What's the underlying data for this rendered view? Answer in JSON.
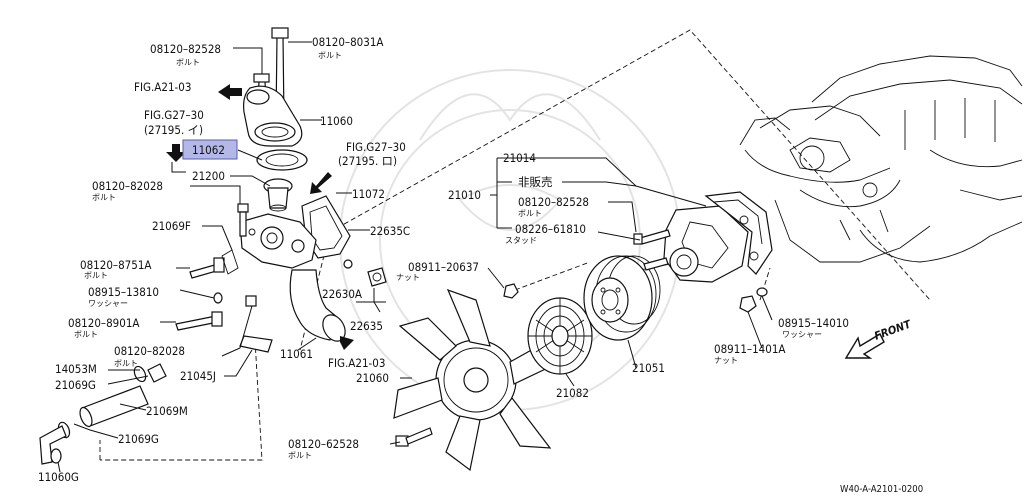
{
  "diagram_code": "W40-A-A2101-0200",
  "front_label": "FRONT",
  "highlight_part": "11062",
  "parts": [
    {
      "id": "p-08120-82528-top",
      "number": "08120–82528",
      "sub": "ボルト"
    },
    {
      "id": "p-08120-8031a",
      "number": "08120–8031A",
      "sub": "ボルト"
    },
    {
      "id": "p-fig-a21-03-top",
      "number": "FIG.A21-03",
      "sub": ""
    },
    {
      "id": "p-11060",
      "number": "11060",
      "sub": ""
    },
    {
      "id": "p-fig-g27-30-a",
      "number": "FIG.G27–30",
      "sub": "(27195. イ)"
    },
    {
      "id": "p-11062",
      "number": "11062",
      "sub": ""
    },
    {
      "id": "p-fig-g27-30-b",
      "number": "FIG.G27–30",
      "sub": "(27195. ロ)"
    },
    {
      "id": "p-21200",
      "number": "21200",
      "sub": ""
    },
    {
      "id": "p-11072",
      "number": "11072",
      "sub": ""
    },
    {
      "id": "p-08120-82028-a",
      "number": "08120–82028",
      "sub": "ボルト"
    },
    {
      "id": "p-21069f",
      "number": "21069F",
      "sub": ""
    },
    {
      "id": "p-22635c",
      "number": "22635C",
      "sub": ""
    },
    {
      "id": "p-08120-8751a",
      "number": "08120–8751A",
      "sub": "ボルト"
    },
    {
      "id": "p-08915-13810",
      "number": "08915–13810",
      "sub": "ワッシャー"
    },
    {
      "id": "p-22630a",
      "number": "22630A",
      "sub": ""
    },
    {
      "id": "p-22635",
      "number": "22635",
      "sub": ""
    },
    {
      "id": "p-08120-8901a",
      "number": "08120–8901A",
      "sub": "ボルト"
    },
    {
      "id": "p-08120-82028-b",
      "number": "08120–82028",
      "sub": "ボルト"
    },
    {
      "id": "p-11061",
      "number": "11061",
      "sub": ""
    },
    {
      "id": "p-fig-a21-03-bottom",
      "number": "FIG.A21-03",
      "sub": ""
    },
    {
      "id": "p-14053m",
      "number": "14053M",
      "sub": ""
    },
    {
      "id": "p-21069g-a",
      "number": "21069G",
      "sub": ""
    },
    {
      "id": "p-21045j",
      "number": "21045J",
      "sub": ""
    },
    {
      "id": "p-21069m",
      "number": "21069M",
      "sub": ""
    },
    {
      "id": "p-21069g-b",
      "number": "21069G",
      "sub": ""
    },
    {
      "id": "p-11060g",
      "number": "11060G",
      "sub": ""
    },
    {
      "id": "p-21060",
      "number": "21060",
      "sub": ""
    },
    {
      "id": "p-08120-62528",
      "number": "08120–62528",
      "sub": "ボルト"
    },
    {
      "id": "p-21014",
      "number": "21014",
      "sub": ""
    },
    {
      "id": "p-21010",
      "number": "21010",
      "sub": ""
    },
    {
      "id": "p-not-sold",
      "number": "非販売",
      "sub": ""
    },
    {
      "id": "p-08120-82528-r",
      "number": "08120–82528",
      "sub": "ボルト"
    },
    {
      "id": "p-08226-61810",
      "number": "08226–61810",
      "sub": "スタッド"
    },
    {
      "id": "p-08911-20637",
      "number": "08911–20637",
      "sub": "ナット"
    },
    {
      "id": "p-21082",
      "number": "21082",
      "sub": ""
    },
    {
      "id": "p-21051",
      "number": "21051",
      "sub": ""
    },
    {
      "id": "p-08915-14010",
      "number": "08915–14010",
      "sub": "ワッシャー"
    },
    {
      "id": "p-08911-1401a",
      "number": "08911–1401A",
      "sub": "ナット"
    }
  ]
}
